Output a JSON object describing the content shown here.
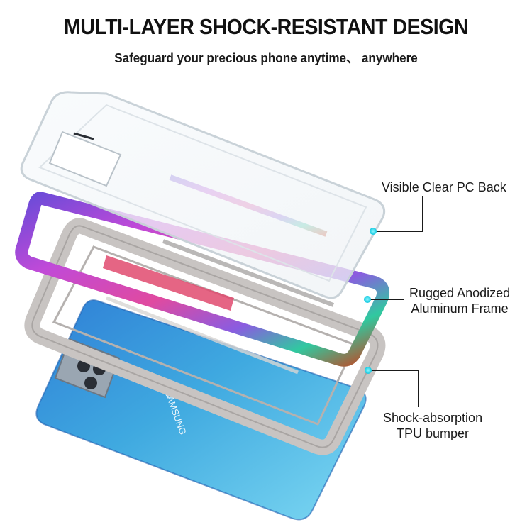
{
  "header": {
    "title": "MULTI-LAYER SHOCK-RESISTANT DESIGN",
    "subtitle": "Safeguard your precious phone anytime、 anywhere"
  },
  "callouts": [
    {
      "lines": [
        "Visible Clear PC Back"
      ]
    },
    {
      "lines": [
        "Rugged Anodized",
        "Aluminum Frame"
      ]
    },
    {
      "lines": [
        "Shock-absorption",
        "TPU bumper"
      ]
    }
  ],
  "phone": {
    "brand_text": "SAMSUNG"
  },
  "colors": {
    "phone_blue": "#3fa9e0",
    "accent_cyan": "#2ee6f0",
    "bumper_gray": "#c8c4c2",
    "line": "#1a1a1a"
  }
}
